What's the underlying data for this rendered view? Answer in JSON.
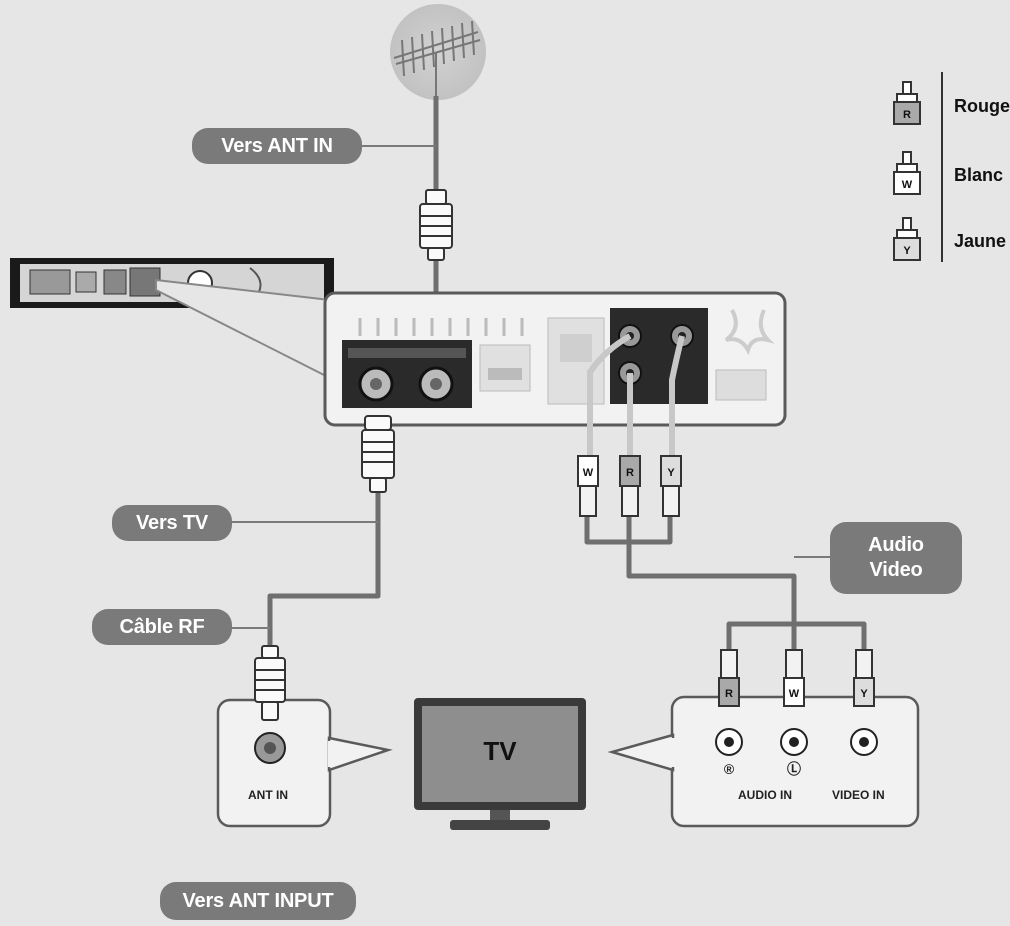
{
  "labels": {
    "vers_ant_in": "Vers ANT IN",
    "vers_tv": "Vers TV",
    "cable_rf": "Câble RF",
    "audio_video_line1": "Audio",
    "audio_video_line2": "Video",
    "vers_ant_input": "Vers ANT INPUT",
    "tv": "TV",
    "ant_in": "ANT IN",
    "audio_in": "AUDIO IN",
    "video_in": "VIDEO IN",
    "jack_r_mark": "®",
    "jack_l_mark": "Ⓛ"
  },
  "legend": [
    {
      "code": "R",
      "name": "Rouge"
    },
    {
      "code": "W",
      "name": "Blanc"
    },
    {
      "code": "Y",
      "name": "Jaune"
    }
  ],
  "plug_codes": {
    "white": "W",
    "red": "R",
    "yellow": "Y"
  },
  "colors": {
    "background": "#e6e6e6",
    "pill": "#7a7a7a",
    "cable": "#6f6f6f",
    "panel": "#f2f2f2"
  }
}
